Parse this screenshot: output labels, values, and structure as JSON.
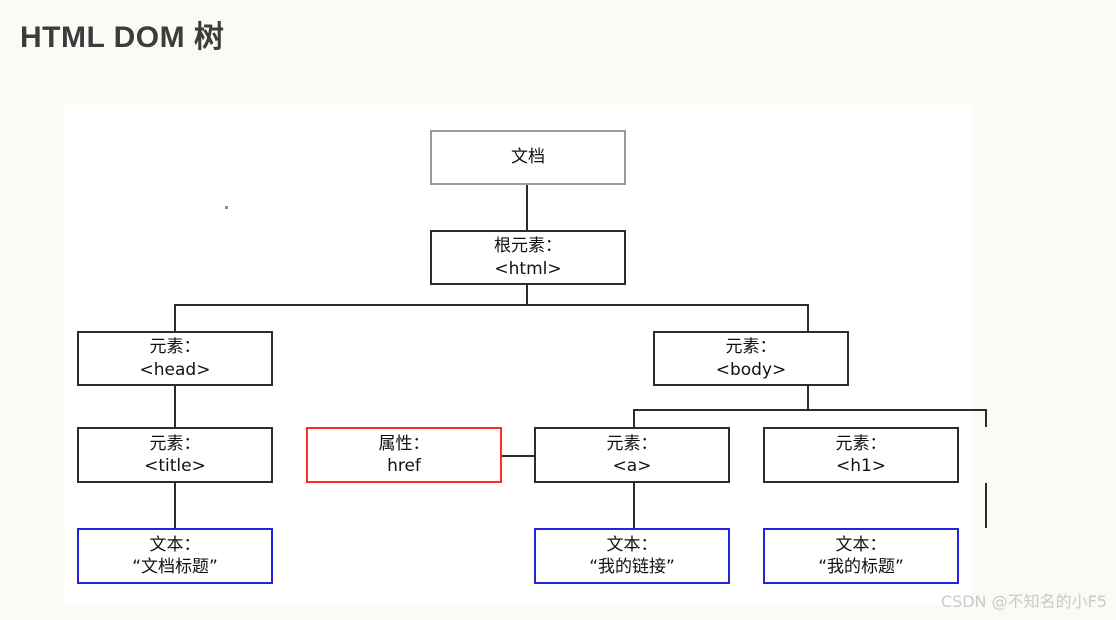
{
  "page": {
    "title": "HTML DOM 树",
    "background_color": "#fbfbf5",
    "panel_color": "#ffffff"
  },
  "colors": {
    "document_border": "#9a9a9a",
    "element_border": "#2b2b2b",
    "attribute_border": "#ff2b2b",
    "text_border": "#2323e0",
    "title_text": "#3c3c3c",
    "watermark_text": "#c9c9c9"
  },
  "diagram": {
    "type": "tree",
    "nodes": {
      "document": {
        "line1": "文档",
        "line2": "",
        "kind": "document"
      },
      "html": {
        "line1": "根元素：",
        "line2": "<html>",
        "kind": "element"
      },
      "head": {
        "line1": "元素：",
        "line2": "<head>",
        "kind": "element"
      },
      "body": {
        "line1": "元素：",
        "line2": "<body>",
        "kind": "element"
      },
      "title": {
        "line1": "元素：",
        "line2": "<title>",
        "kind": "element"
      },
      "href": {
        "line1": "属性：",
        "line2": "href",
        "kind": "attribute"
      },
      "anchor": {
        "line1": "元素：",
        "line2": "<a>",
        "kind": "element"
      },
      "h1": {
        "line1": "元素：",
        "line2": "<h1>",
        "kind": "element"
      },
      "title_text": {
        "line1": "文本：",
        "line2": "“文档标题”",
        "kind": "text"
      },
      "anchor_text": {
        "line1": "文本：",
        "line2": "“我的链接”",
        "kind": "text"
      },
      "h1_text": {
        "line1": "文本：",
        "line2": "“我的标题”",
        "kind": "text"
      }
    },
    "edges": [
      {
        "from": "document",
        "to": "html"
      },
      {
        "from": "html",
        "to": "head"
      },
      {
        "from": "html",
        "to": "body"
      },
      {
        "from": "head",
        "to": "title"
      },
      {
        "from": "title",
        "to": "title_text"
      },
      {
        "from": "body",
        "to": "anchor"
      },
      {
        "from": "body",
        "to": "h1"
      },
      {
        "from": "anchor",
        "to": "href"
      },
      {
        "from": "anchor",
        "to": "anchor_text"
      },
      {
        "from": "h1",
        "to": "h1_text"
      }
    ]
  },
  "watermark": {
    "text": "CSDN @不知名的小F5"
  }
}
